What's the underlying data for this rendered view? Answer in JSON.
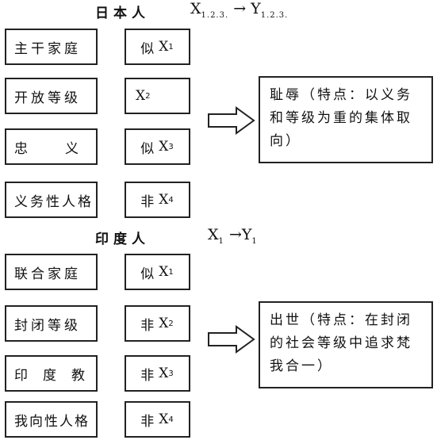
{
  "japan": {
    "title": "日本人",
    "formula": {
      "lhs": "X",
      "lhs_sub": "1.2.3.",
      "arrow": "→",
      "rhs": "Y",
      "rhs_sub": "1.2.3."
    },
    "rows": [
      {
        "label": "主干家庭",
        "prefix": "似",
        "var": "X",
        "sub": "1"
      },
      {
        "label": "开放等级",
        "prefix": "",
        "var": "X",
        "sub": "2"
      },
      {
        "label_left": "忠",
        "label_right": "义",
        "prefix": "似",
        "var": "X",
        "sub": "3"
      },
      {
        "label": "义务性人格",
        "prefix": "非",
        "var": "X",
        "sub": "4"
      }
    ],
    "result": "耻辱（特点：以义务和等级为重的集体取向）"
  },
  "india": {
    "title": "印度人",
    "formula": {
      "lhs": "X",
      "lhs_sub": "1",
      "arrow": "→",
      "rhs": "Y",
      "rhs_sub": "1"
    },
    "rows": [
      {
        "label": "联合家庭",
        "prefix": "似",
        "var": "X",
        "sub": "1"
      },
      {
        "label": "封闭等级",
        "prefix": "非",
        "var": "X",
        "sub": "2"
      },
      {
        "label_parts": [
          "印",
          "度",
          "教"
        ],
        "prefix": "非",
        "var": "X",
        "sub": "3"
      },
      {
        "label": "我向性人格",
        "prefix": "非",
        "var": "X",
        "sub": "4"
      }
    ],
    "result": "出世（特点：在封闭的社会等级中追求梵我合一）"
  },
  "icons": {
    "flow_arrow": "hollow-right-arrow-icon"
  }
}
